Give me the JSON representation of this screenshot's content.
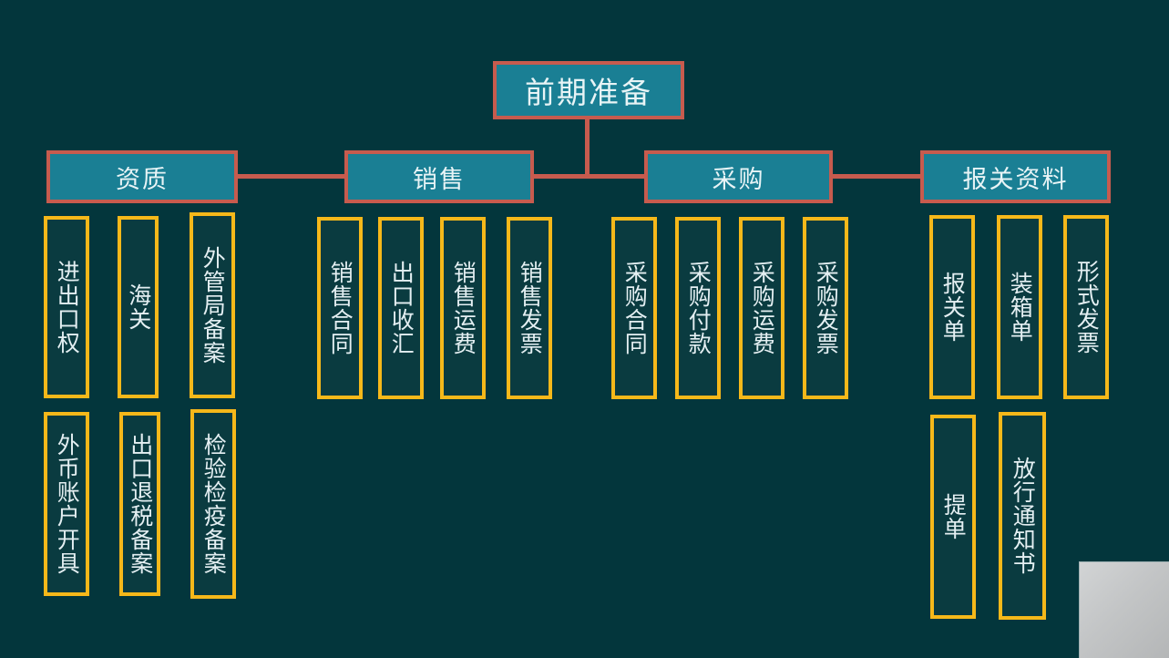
{
  "theme": {
    "background": "#03363c",
    "node_fill": "#1a7f94",
    "node_border": "#c75b4e",
    "leaf_fill": "#0a3b40",
    "leaf_border": "#f6b81a",
    "text": "#e8f4f6",
    "connector": "#c75b4e",
    "panel": "#c3c5c6"
  },
  "root": {
    "label": "前期准备"
  },
  "categories": [
    {
      "id": "qualification",
      "label": "资质",
      "leaves_row1": [
        {
          "label": "进出口权"
        },
        {
          "label": "海关"
        },
        {
          "label": "外管局备案"
        }
      ],
      "leaves_row2": [
        {
          "label": "外币账户开具"
        },
        {
          "label": "出口退税备案"
        },
        {
          "label": "检验检疫备案"
        }
      ]
    },
    {
      "id": "sales",
      "label": "销售",
      "leaves_row1": [
        {
          "label": "销售合同"
        },
        {
          "label": "出口收汇"
        },
        {
          "label": "销售运费"
        },
        {
          "label": "销售发票"
        }
      ],
      "leaves_row2": []
    },
    {
      "id": "procurement",
      "label": "采购",
      "leaves_row1": [
        {
          "label": "采购合同"
        },
        {
          "label": "采购付款"
        },
        {
          "label": "采购运费"
        },
        {
          "label": "采购发票"
        }
      ],
      "leaves_row2": []
    },
    {
      "id": "customs-documents",
      "label": "报关资料",
      "leaves_row1": [
        {
          "label": "报关单"
        },
        {
          "label": "装箱单"
        },
        {
          "label": "形式发票"
        }
      ],
      "leaves_row2": [
        {
          "label": "提单"
        },
        {
          "label": "放行通知书"
        }
      ]
    }
  ]
}
